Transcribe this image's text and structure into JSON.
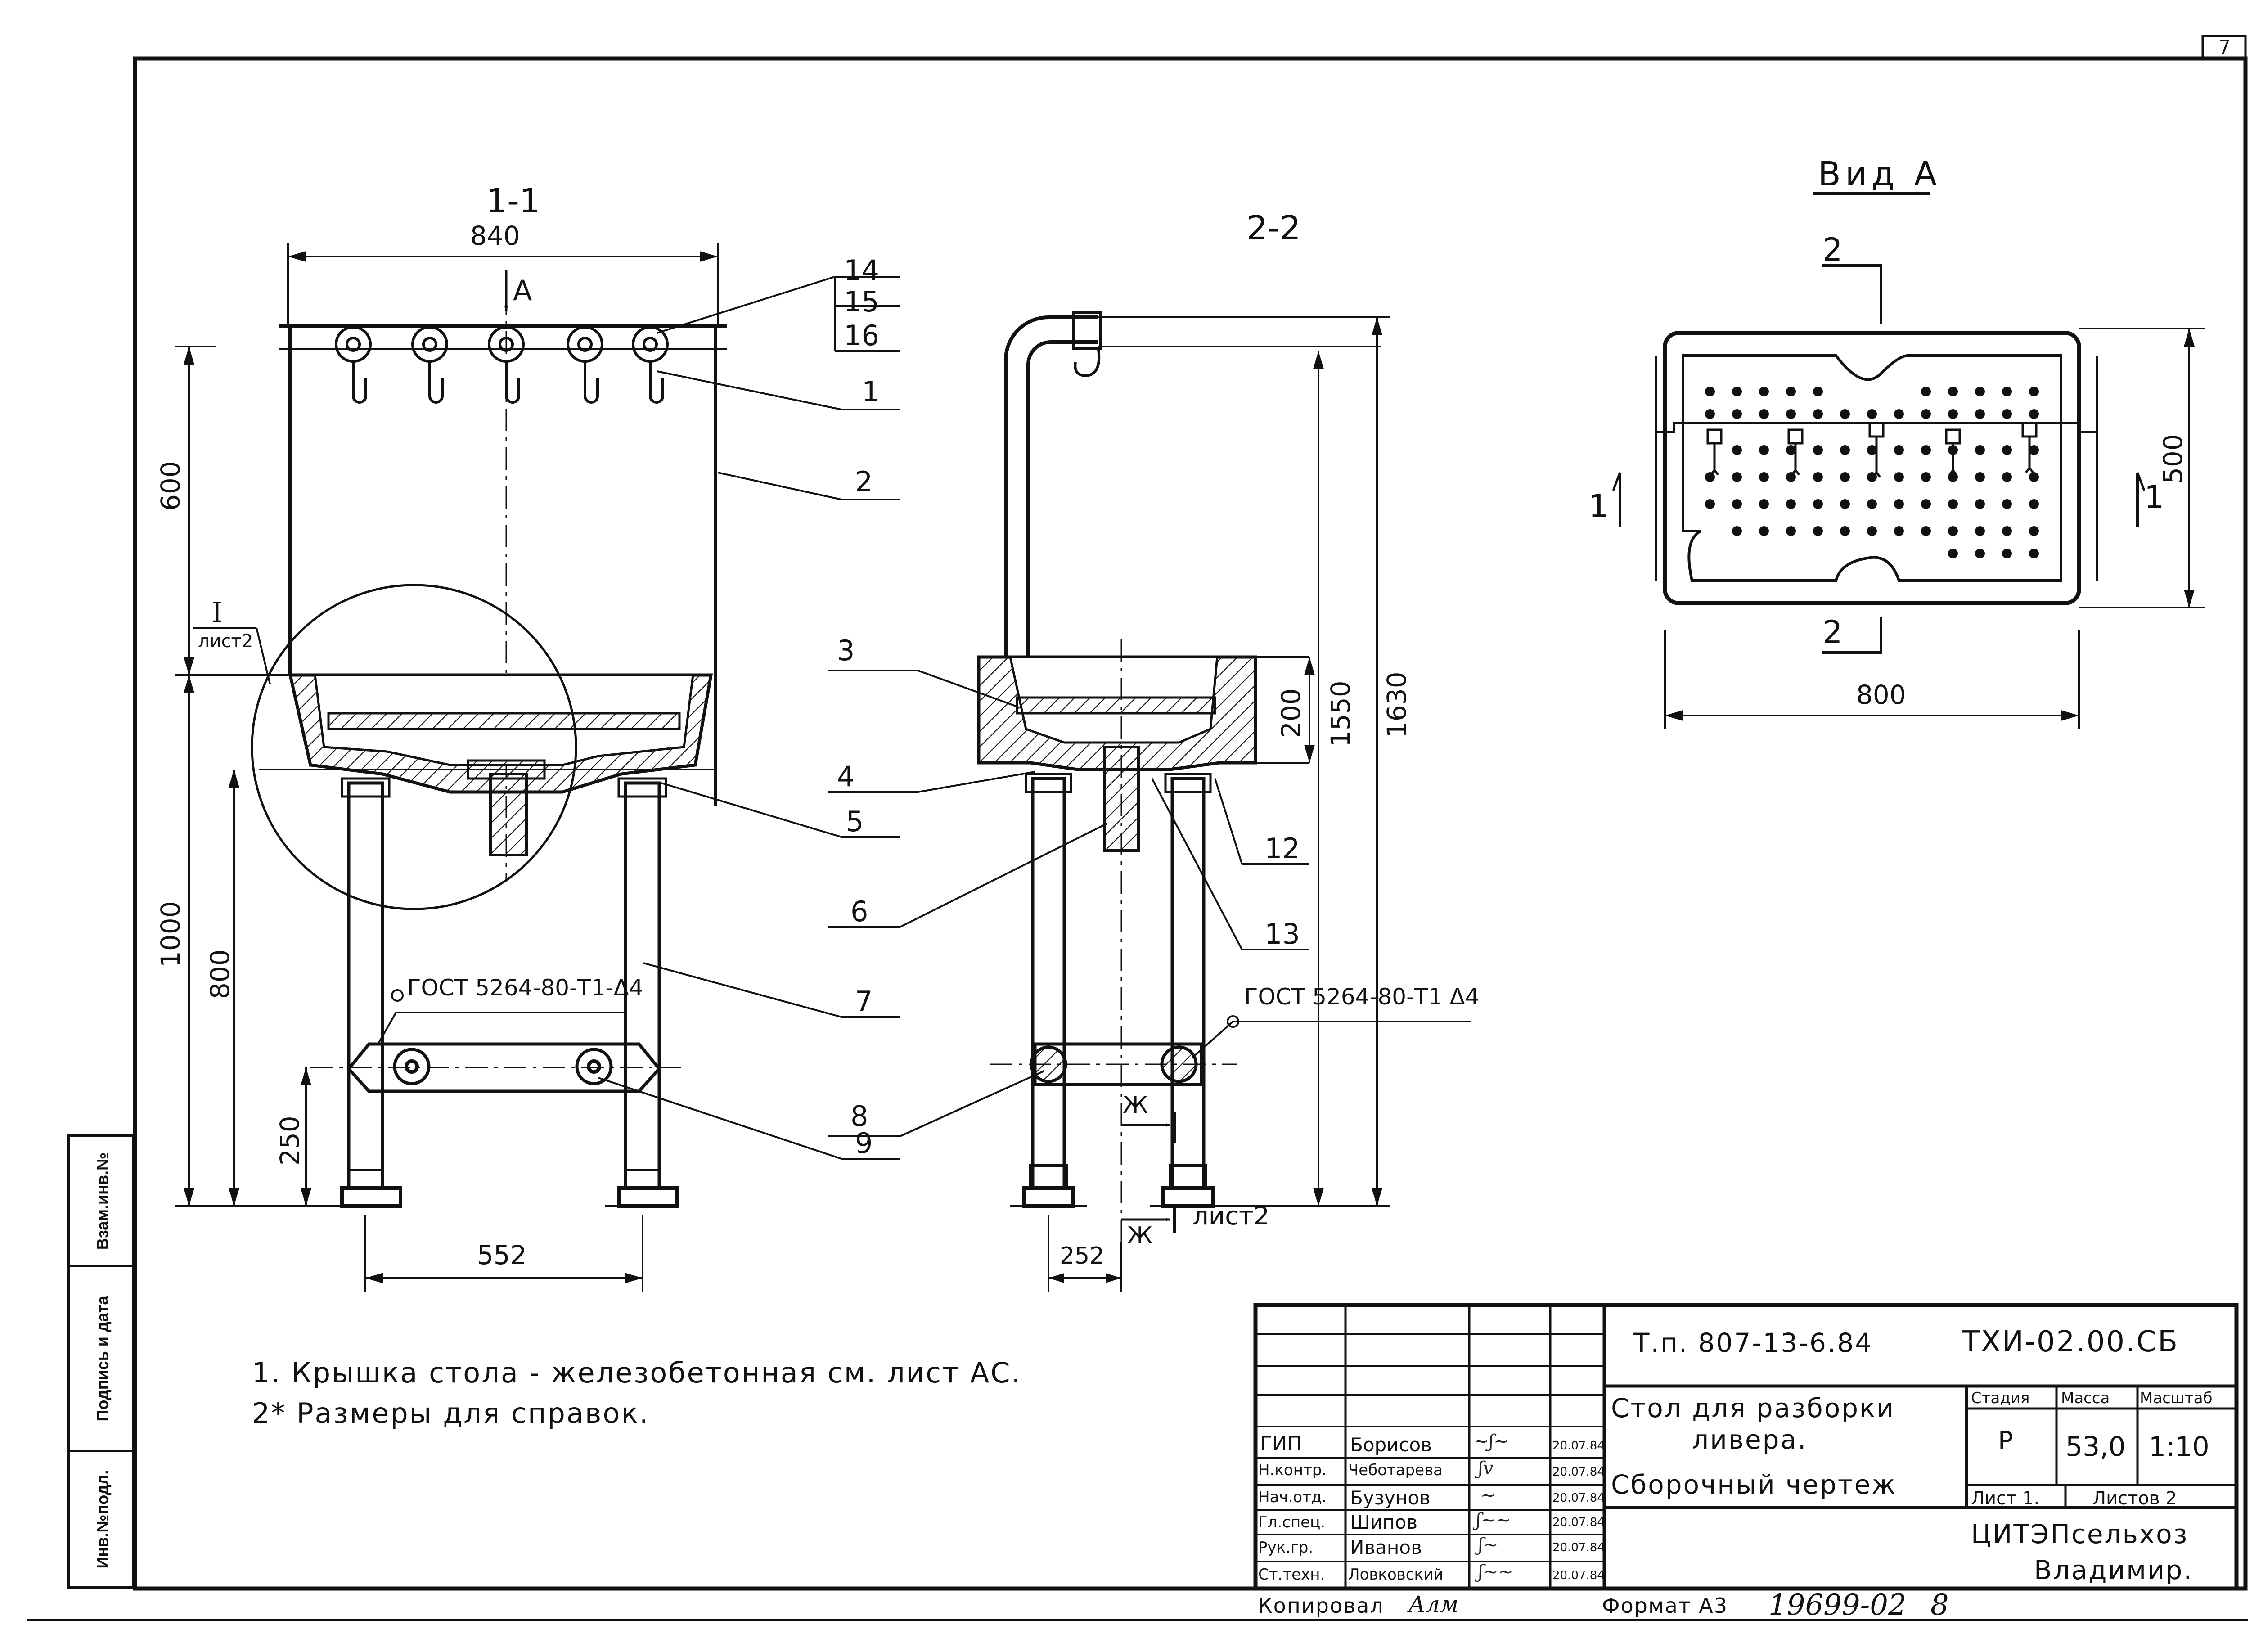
{
  "sheet_number": "7",
  "views": {
    "section_1_1": "1-1",
    "section_2_2": "2-2",
    "view_a": "Вид А",
    "arrow_a": "А"
  },
  "dimensions": {
    "width_840": "840",
    "height_600": "600",
    "height_1000": "1000",
    "height_800": "800",
    "height_250": "250",
    "base_552": "552",
    "tray_200": "200",
    "height_1550": "1550",
    "height_1630": "1630",
    "offset_252": "252",
    "plan_500": "500",
    "plan_800": "800"
  },
  "callouts": {
    "detail_i": "I",
    "detail_sheet": "лист2",
    "gost_left": "ГОСТ 5264-80-Т1-Δ4",
    "gost_right": "ГОСТ 5264-80-Т1 Δ4",
    "zh_top": "Ж",
    "zh_bottom": "Ж",
    "zh_sheet": "лист2",
    "sec2_top": "2",
    "sec2_bottom": "2",
    "sec1_left": "1",
    "sec1_right": "1"
  },
  "positions": [
    "14",
    "15",
    "16",
    "1",
    "2",
    "3",
    "4",
    "5",
    "6",
    "7",
    "8",
    "9",
    "12",
    "13"
  ],
  "notes": [
    "1. Крышка стола - железобетонная см. лист АС.",
    "2* Размеры для справок."
  ],
  "title_block": {
    "project_code": "Т.п. 807-13-6.84",
    "doc_code": "ТХИ-02.00.СБ",
    "title_line1": "Стол для разборки",
    "title_line2": "ливера.",
    "title_line3": "Сборочный чертеж",
    "col_stage": "Стадия",
    "col_mass": "Масса",
    "col_scale": "Масштаб",
    "stage": "Р",
    "mass": "53,0",
    "scale": "1:10",
    "sheet": "Лист 1.",
    "sheets": "Листов 2",
    "org_line1": "ЦИТЭПсельхоз",
    "org_line2": "Владимир.",
    "roles": [
      {
        "role": "ГИП",
        "name": "Борисов",
        "date": "20.07.84"
      },
      {
        "role": "Н.контр.",
        "name": "Чеботарева",
        "date": "20.07.84"
      },
      {
        "role": "Нач.отд.",
        "name": "Бузунов",
        "date": "20.07.84"
      },
      {
        "role": "Гл.спец.",
        "name": "Шипов",
        "date": "20.07.84"
      },
      {
        "role": "Рук.гр.",
        "name": "Иванов",
        "date": "20.07.84"
      },
      {
        "role": "Ст.техн.",
        "name": "Ловковский",
        "date": "20.07.84"
      }
    ]
  },
  "footer": {
    "copied_label": "Копировал",
    "copied_sig": "Алм",
    "format_label": "Формат А3",
    "archive_number": "19699-02",
    "archive_suffix": "8"
  },
  "side_stamp": [
    "Инв.№подл.",
    "Подпись и дата",
    "Взам.инв.№"
  ]
}
